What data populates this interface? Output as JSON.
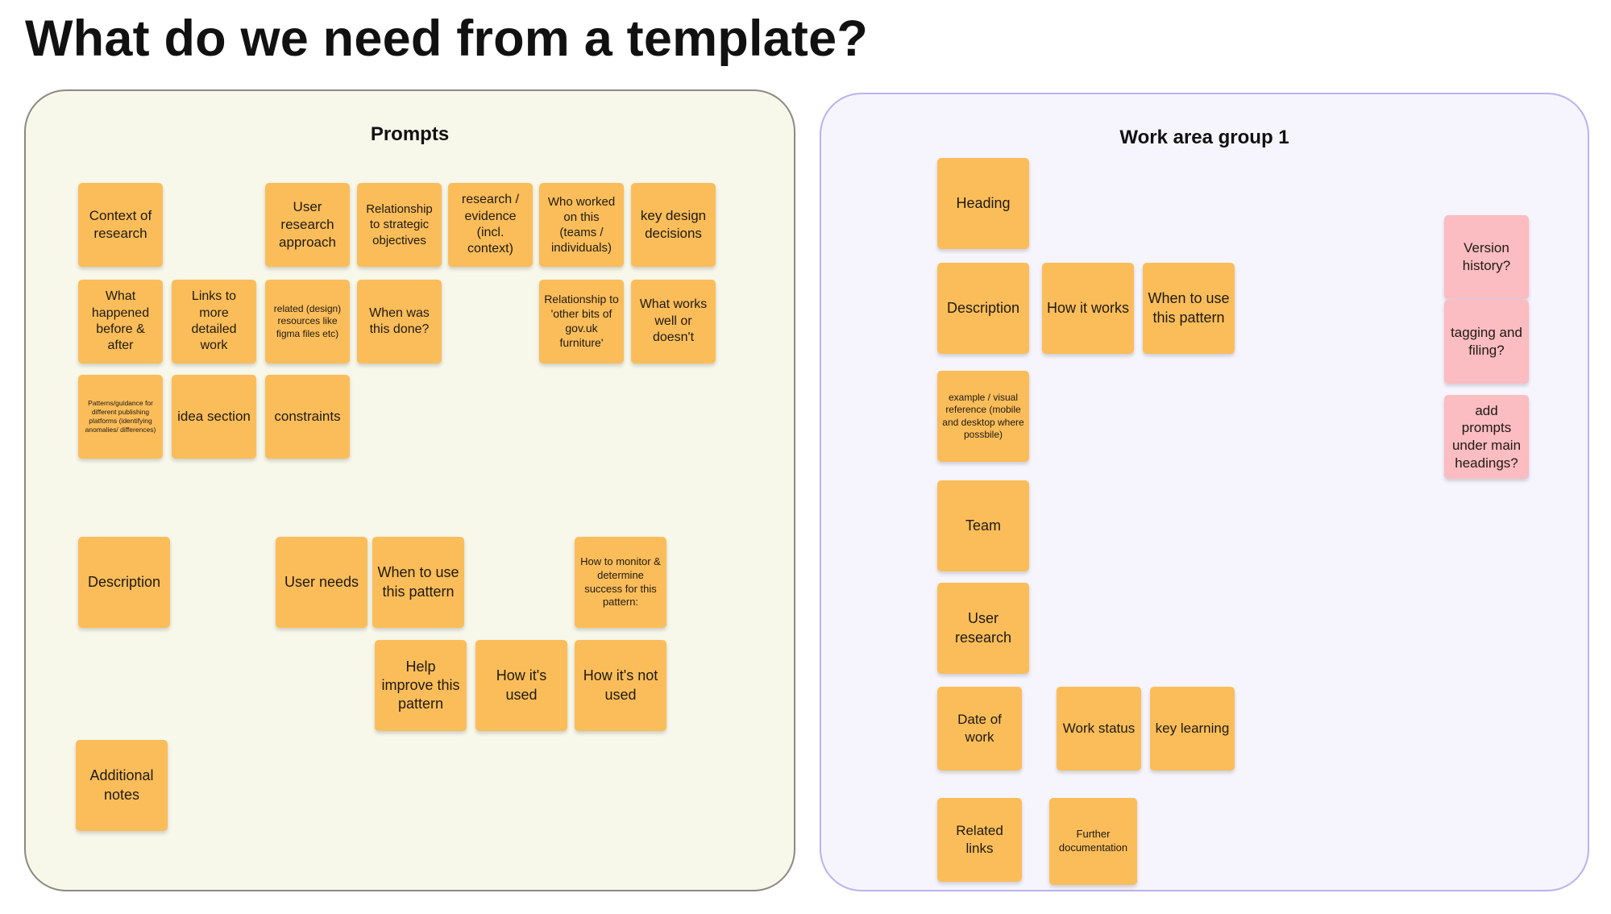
{
  "title": "What do we need from a template?",
  "colors": {
    "sticky": "#fbbd5a",
    "sticky_alt": "#fbbcc2",
    "prompts_bg": "#f7f7ea",
    "work_bg": "#f6f5fd"
  },
  "prompts": {
    "title": "Prompts",
    "notes": [
      "Context of research",
      "User research approach",
      "Relationship to strategic objectives",
      "research / evidence (incl. context)",
      "Who worked on this (teams / individuals)",
      "key design decisions",
      "What happened before & after",
      "Links to more detailed work",
      "related (design) resources like figma files etc)",
      "When was this done?",
      "Relationship to 'other bits of gov.uk furniture'",
      "What works well or doesn't",
      "Patterns/guidance for different publishing platforms (identifying anomalies/ differences)",
      "idea section",
      "constraints",
      "Description",
      "User needs",
      "When to use this pattern",
      "How to monitor & determine success for this pattern:",
      "Help improve this pattern",
      "How it's used",
      "How it's not used",
      "Additional notes"
    ]
  },
  "work_area": {
    "title": "Work area group 1",
    "notes": [
      "Heading",
      "Description",
      "How it works",
      "When to use this pattern",
      "example / visual reference (mobile and desktop where possbile)",
      "Team",
      "User research",
      "Date of work",
      "Work status",
      "key learning",
      "Related links",
      "Further documentation",
      "Version history?",
      "tagging and filing?",
      "add prompts under main headings?"
    ]
  }
}
